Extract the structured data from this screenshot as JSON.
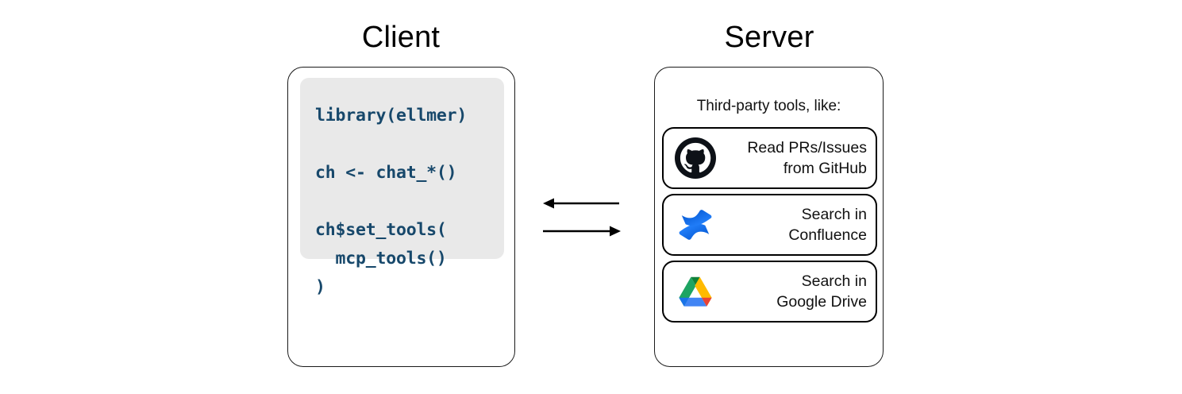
{
  "diagram": {
    "client": {
      "title": "Client",
      "code": "library(ellmer)\n\nch <- chat_*()\n\nch$set_tools(\n  mcp_tools()\n)",
      "code_color": "#17486b",
      "code_background": "#e9e9e9"
    },
    "server": {
      "title": "Server",
      "subtitle": "Third-party tools, like:",
      "tools": [
        {
          "icon": "github-icon",
          "label": "Read PRs/Issues\nfrom GitHub",
          "brand_color": "#0d1117"
        },
        {
          "icon": "confluence-icon",
          "label": "Search in\nConfluence",
          "brand_color": "#2684ff"
        },
        {
          "icon": "google-drive-icon",
          "label": "Search in\nGoogle Drive",
          "brand_color": "#ffc107"
        }
      ]
    },
    "arrows": [
      {
        "name": "server-to-client-arrow",
        "direction": "left"
      },
      {
        "name": "client-to-server-arrow",
        "direction": "right"
      }
    ]
  }
}
